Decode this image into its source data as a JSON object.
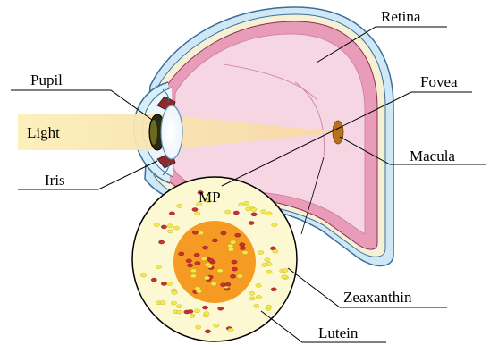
{
  "labels": {
    "retina": "Retina",
    "pupil": "Pupil",
    "fovea": "Fovea",
    "light": "Light",
    "macula": "Macula",
    "iris": "Iris",
    "mp": "MP",
    "zeaxanthin": "Zeaxanthin",
    "lutein": "Lutein"
  },
  "colors": {
    "light_beam": "#fbefb8",
    "retina_pink": "#e89cb8",
    "eye_fill": "#f6d6e2",
    "sclera_blue": "#9fd0ea",
    "macula_brown": "#b6721e",
    "circle_fill": "#fbf8d2",
    "center_orange": "#f59a22",
    "lutein_dot": "#f4e94a",
    "zeaxanthin_dot": "#c83232"
  }
}
